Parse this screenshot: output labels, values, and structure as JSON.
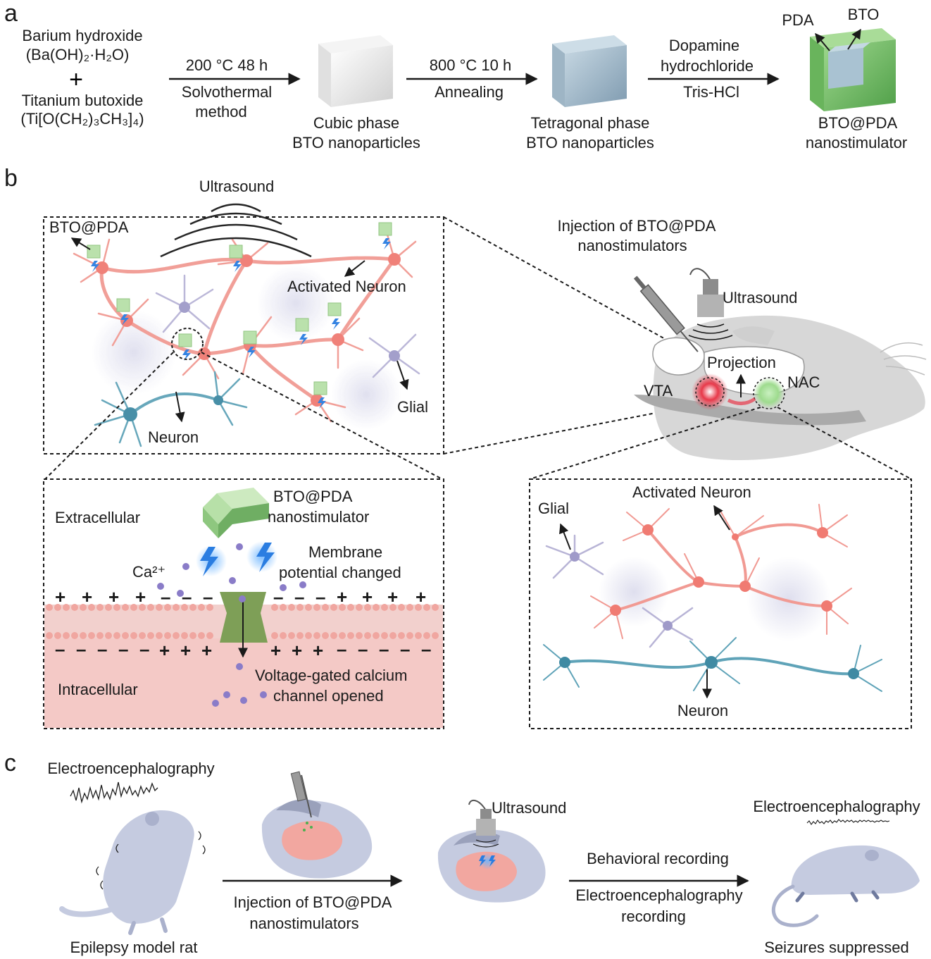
{
  "panels": {
    "a": "a",
    "b": "b",
    "c": "c"
  },
  "a": {
    "reagent1_line1": "Barium hydroxide",
    "reagent1_line2": "(Ba(OH)₂·H₂O)",
    "plus": "+",
    "reagent2_line1": "Titanium butoxide",
    "reagent2_line2": "(Ti[O(CH₂)₃CH₃]₄)",
    "step1_top": "200 °C  48 h",
    "step1_bottom1": "Solvothermal",
    "step1_bottom2": "method",
    "product1_line1": "Cubic phase",
    "product1_line2": "BTO nanoparticles",
    "step2_top": "800 °C  10 h",
    "step2_bottom": "Annealing",
    "product2_line1": "Tetragonal phase",
    "product2_line2": "BTO nanoparticles",
    "step3_top1": "Dopamine",
    "step3_top2": "hydrochloride",
    "step3_bottom": "Tris-HCl",
    "label_pda": "PDA",
    "label_bto": "BTO",
    "product3_line1": "BTO@PDA",
    "product3_line2": "nanostimulator"
  },
  "b": {
    "ultrasound": "Ultrasound",
    "bto_pda": "BTO@PDA",
    "activated_neuron": "Activated Neuron",
    "glial": "Glial",
    "neuron": "Neuron",
    "injection_line1": "Injection of BTO@PDA",
    "injection_line2": "nanostimulators",
    "ultrasound_rat": "Ultrasound",
    "projection": "Projection",
    "vta": "VTA",
    "nac": "NAC",
    "extracellular": "Extracellular",
    "nano_line1": "BTO@PDA",
    "nano_line2": "nanostimulator",
    "ca": "Ca²⁺",
    "membrane_line1": "Membrane",
    "membrane_line2": "potential changed",
    "channel_line1": "Voltage-gated calcium",
    "channel_line2": "channel opened",
    "intracellular": "Intracellular",
    "zoom_activated": "Activated Neuron",
    "zoom_glial": "Glial",
    "zoom_neuron": "Neuron"
  },
  "c": {
    "eeg_left": "Electroencephalography",
    "rat_left": "Epilepsy model rat",
    "injection_line1": "Injection of BTO@PDA",
    "injection_line2": "nanostimulators",
    "ultrasound": "Ultrasound",
    "behavioral": "Behavioral recording",
    "eeg_rec_line1": "Electroencephalography",
    "eeg_rec_line2": "recording",
    "eeg_right": "Electroencephalography",
    "seizures": "Seizures suppressed"
  },
  "colors": {
    "neuron_activated": "#f19a93",
    "neuron_resting": "#5fa3b8",
    "glial": "#b8b4d6",
    "pda_green": "#7cc36e",
    "bto_blue": "#9fb9c9",
    "membrane_pink": "#f4c9c6",
    "channel_green": "#7e9f57",
    "calcium_purple": "#8a7cc8",
    "spark_blue": "#2a7de1",
    "brain_pink": "#f2a7a0",
    "rat_gray": "#d7d7d7",
    "rat_blue": "#c5cbe0"
  }
}
